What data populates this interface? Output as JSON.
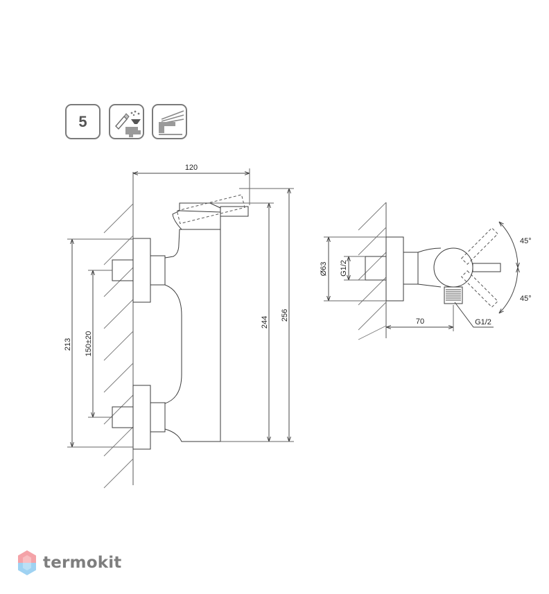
{
  "badges": {
    "number": "5",
    "icon_cleaning": "cleaning-spray-icon",
    "icon_lever": "single-lever-mixer-icon"
  },
  "front_view": {
    "width_dim": "120",
    "dim_213": "213",
    "dim_150": "150±20",
    "dim_244": "244",
    "dim_256": "256"
  },
  "side_view": {
    "dia": "Ø63",
    "thread_in": "G1/2",
    "depth": "70",
    "thread_out": "G1/2",
    "angle_up": "45°",
    "angle_down": "45°"
  },
  "brand": {
    "name": "termokit",
    "icon": "hexagon-logo-icon",
    "colors": [
      "#f4a3a8",
      "#9fd2f2"
    ]
  }
}
